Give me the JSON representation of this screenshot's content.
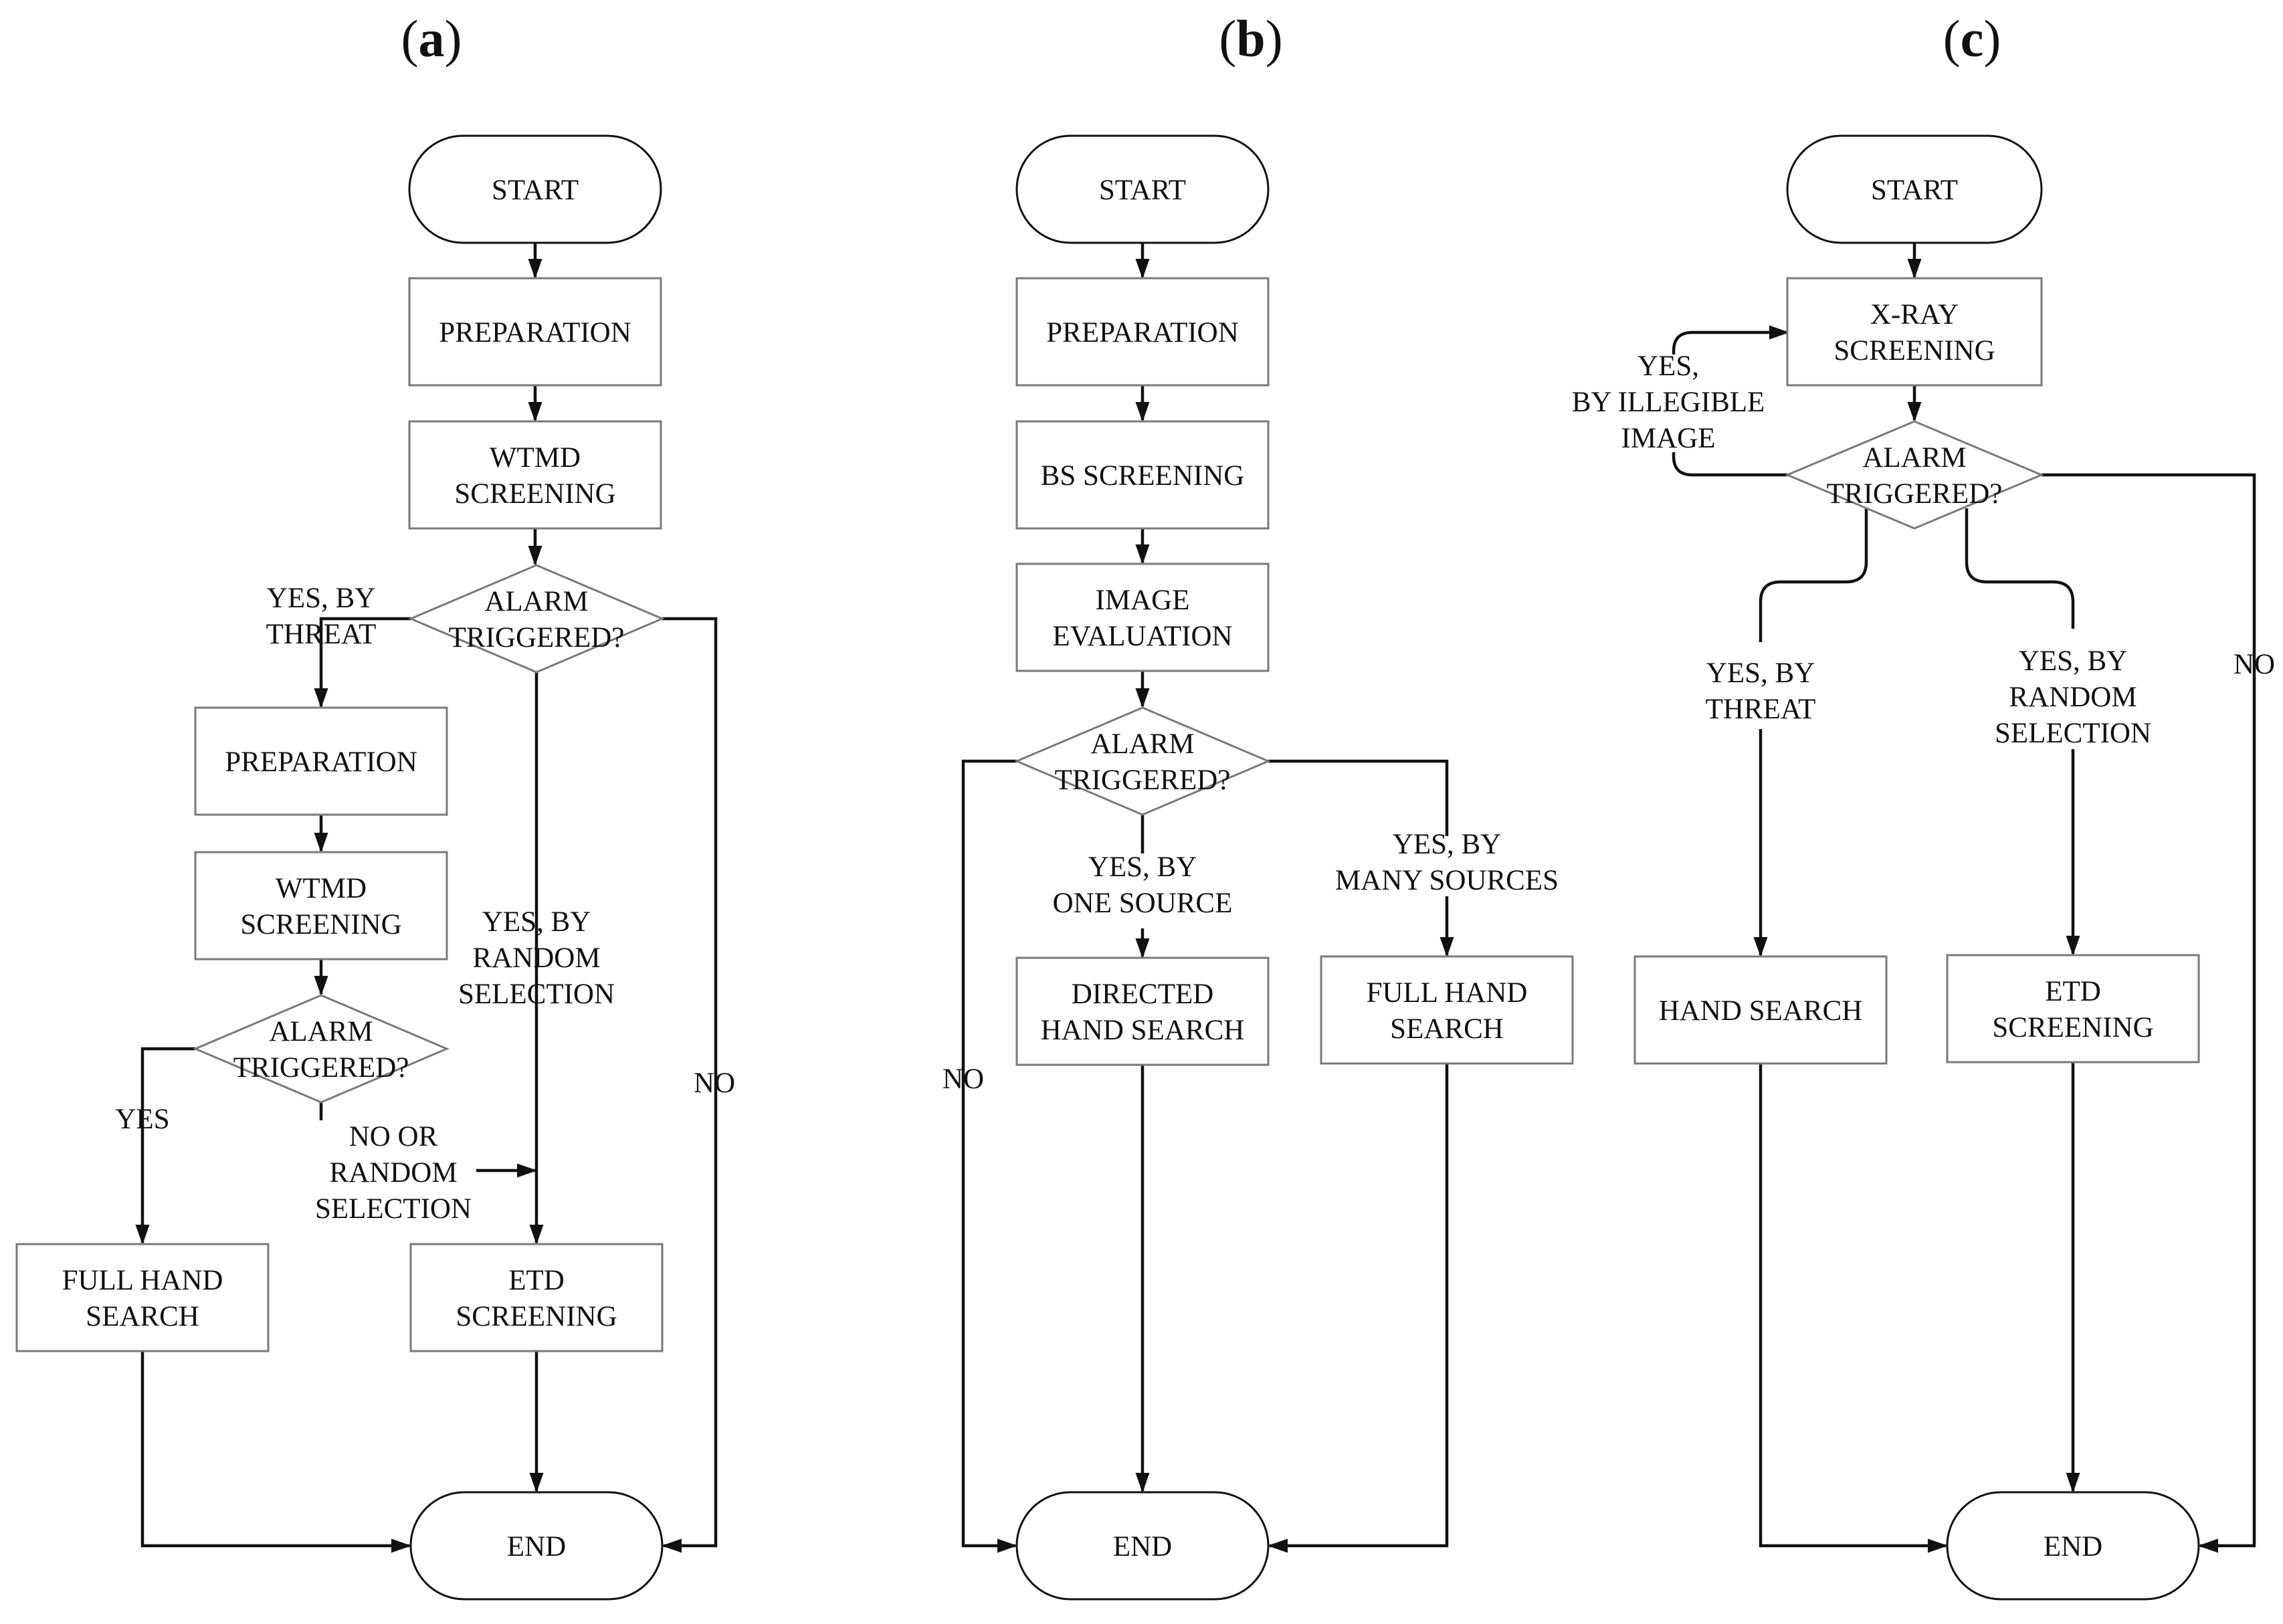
{
  "panels": {
    "a": {
      "label": "a",
      "nodes": {
        "start": "START",
        "prep1": [
          "PREPARATION"
        ],
        "wtmd1": [
          "WTMD",
          "SCREENING"
        ],
        "alarm1": [
          "ALARM",
          "TRIGGERED?"
        ],
        "prep2": [
          "PREPARATION"
        ],
        "wtmd2": [
          "WTMD",
          "SCREENING"
        ],
        "alarm2": [
          "ALARM",
          "TRIGGERED?"
        ],
        "fullhand": [
          "FULL HAND",
          "SEARCH"
        ],
        "etd": [
          "ETD",
          "SCREENING"
        ],
        "end": "END"
      },
      "edges": {
        "yes_threat": [
          "YES, BY",
          "THREAT"
        ],
        "yes_random": [
          "YES, BY",
          "RANDOM",
          "SELECTION"
        ],
        "no": [
          "NO"
        ],
        "yes": [
          "YES"
        ],
        "no_or_random": [
          "NO OR",
          "RANDOM",
          "SELECTION"
        ]
      }
    },
    "b": {
      "label": "b",
      "nodes": {
        "start": "START",
        "prep": [
          "PREPARATION"
        ],
        "bs": [
          "BS SCREENING"
        ],
        "image": [
          "IMAGE",
          "EVALUATION"
        ],
        "alarm": [
          "ALARM",
          "TRIGGERED?"
        ],
        "directed": [
          "DIRECTED",
          "HAND SEARCH"
        ],
        "fullhand": [
          "FULL HAND",
          "SEARCH"
        ],
        "end": "END"
      },
      "edges": {
        "no": [
          "NO"
        ],
        "yes_one": [
          "YES, BY",
          "ONE SOURCE"
        ],
        "yes_many": [
          "YES, BY",
          "MANY SOURCES"
        ]
      }
    },
    "c": {
      "label": "c",
      "nodes": {
        "start": "START",
        "xray": [
          "X-RAY",
          "SCREENING"
        ],
        "alarm": [
          "ALARM",
          "TRIGGERED?"
        ],
        "hand": [
          "HAND SEARCH"
        ],
        "etd": [
          "ETD",
          "SCREENING"
        ],
        "end": "END"
      },
      "edges": {
        "yes_illegible": [
          "YES,",
          "BY ILLEGIBLE",
          "IMAGE"
        ],
        "yes_threat": [
          "YES, BY",
          "THREAT"
        ],
        "yes_random": [
          "YES, BY",
          "RANDOM",
          "SELECTION"
        ],
        "no": [
          "NO"
        ]
      }
    }
  }
}
